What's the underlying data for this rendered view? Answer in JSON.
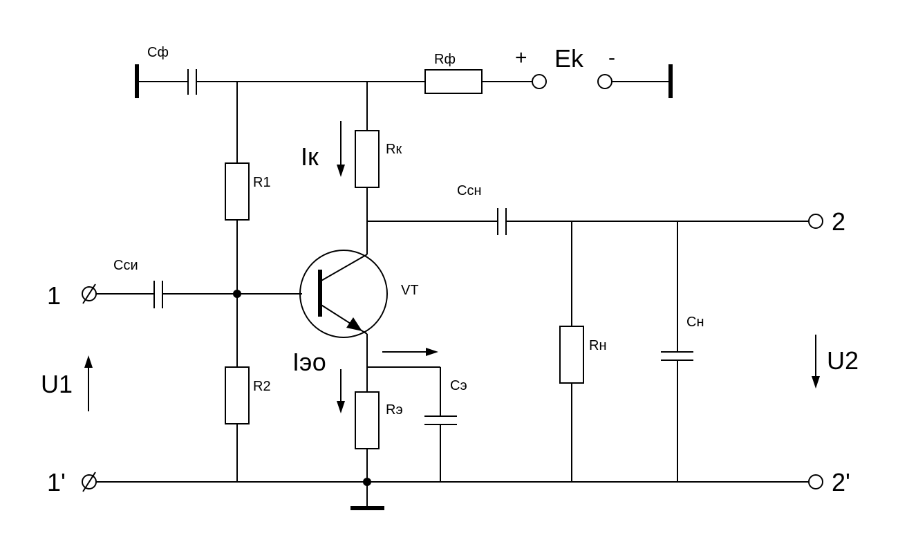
{
  "labels": {
    "cf": "Сф",
    "rf": "Rф",
    "plus": "+",
    "ek": "Ek",
    "minus": "-",
    "ik": "Iк",
    "rk": "Rк",
    "r1": "R1",
    "csn": "Ссн",
    "out2": "2",
    "csi": "Сси",
    "in1": "1",
    "vt": "VT",
    "ieo": "Iэо",
    "ce": "Сэ",
    "rn": "Rн",
    "cn": "Сн",
    "u2": "U2",
    "u1": "U1",
    "r2": "R2",
    "re": "Rэ",
    "in1p": "1'",
    "out2p": "2'"
  }
}
